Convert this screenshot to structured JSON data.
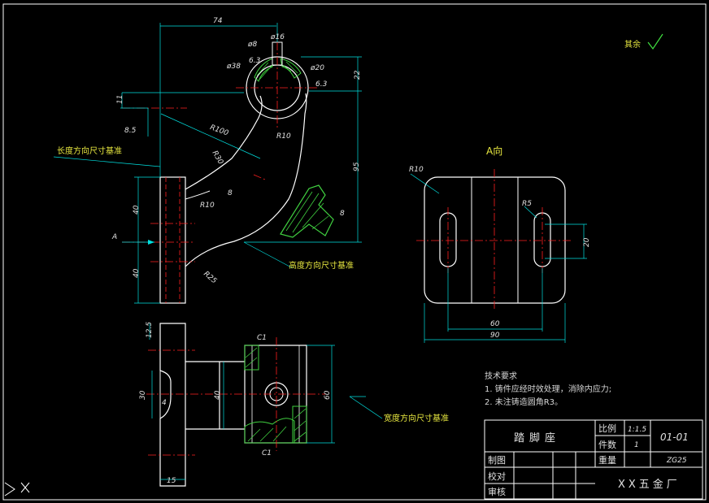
{
  "roughness": {
    "label": "其余",
    "symbol": "✓"
  },
  "views": {
    "aux_view_label": "A向",
    "arrow_label": "A"
  },
  "annotations": {
    "length_datum": "长度方向尺寸基准",
    "height_datum": "高度方向尺寸基准",
    "width_datum": "宽度方向尺寸基准"
  },
  "dimensions": {
    "front": [
      "74",
      "ø8",
      "ø16",
      "ø38",
      "6.3",
      "ø20",
      "6.3",
      "22",
      "11",
      "8.5",
      "R100",
      "R10",
      "R30",
      "8",
      "R10",
      "95",
      "40",
      "40",
      "R25",
      "8"
    ],
    "aux": [
      "R10",
      "R5",
      "20",
      "60",
      "90"
    ],
    "side": [
      "12.5",
      "C1",
      "30",
      "4",
      "40",
      "60",
      "C1",
      "15"
    ]
  },
  "tech_requirements": {
    "title": "技术要求",
    "items": [
      "1. 铸件应经时效处理，消除内应力;",
      "2. 未注铸造圆角R3。"
    ]
  },
  "title_block": {
    "part_name": "踏脚座",
    "scale_label": "比例",
    "scale_value": "1:1.5",
    "qty_label": "件数",
    "qty_value": "1",
    "weight_label": "重量",
    "material": "ZG25",
    "drawing_no": "01-01",
    "drawn_label": "制图",
    "drawn_value": "",
    "checked_label": "校对",
    "checked_value": "",
    "approved_label": "审核",
    "approved_value": "",
    "company": "XX五金厂"
  },
  "colors": {
    "background": "#000000",
    "outline": "#ffffff",
    "centerline": "#ff2020",
    "dimension": "#00e0e0",
    "hatch": "#40d040",
    "note": "#e8e840"
  }
}
